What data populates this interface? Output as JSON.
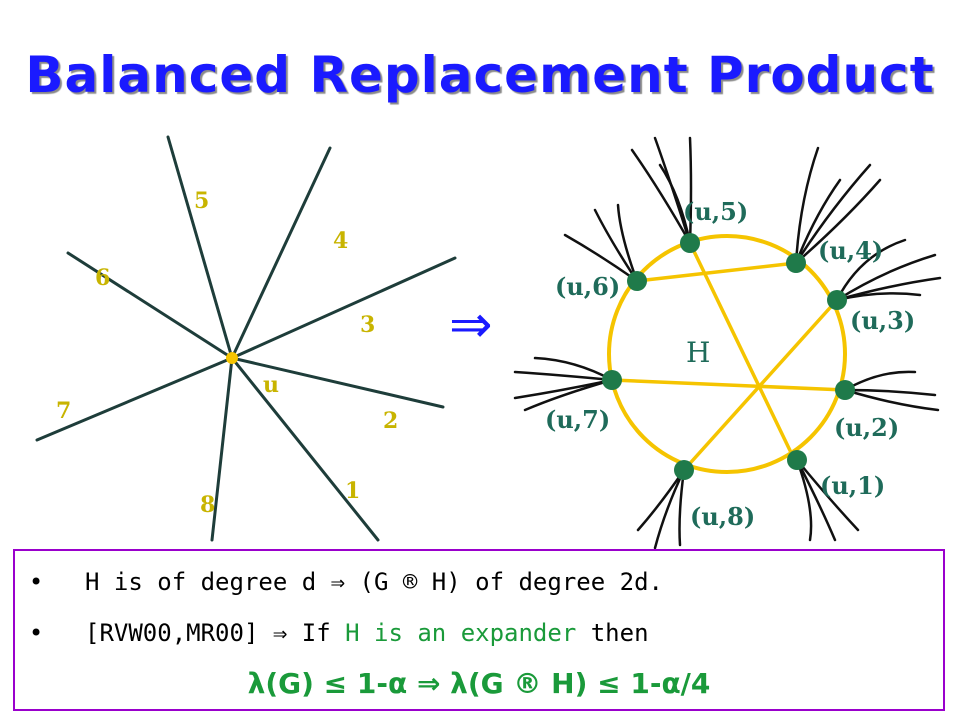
{
  "title": "Balanced Replacement Product",
  "left_graph": {
    "vertex_label": "u",
    "edge_labels": [
      "1",
      "2",
      "3",
      "4",
      "5",
      "6",
      "7",
      "8"
    ]
  },
  "implies_symbol": "⇒",
  "right_graph": {
    "center_label": "H",
    "vertex_labels": [
      "(u,1)",
      "(u,2)",
      "(u,3)",
      "(u,4)",
      "(u,5)",
      "(u,6)",
      "(u,7)",
      "(u,8)"
    ]
  },
  "bullets": {
    "line1": {
      "text": "H is of degree d ⇒ (G ® H) of degree 2d."
    },
    "line2": {
      "prefix": "[RVW00,MR00] ⇒ If ",
      "highlight": "H is an expander",
      "suffix": " then"
    },
    "formula": "λ(G) ≤ 1-α   ⇒   λ(G ® H) ≤ 1-α/4"
  },
  "colors": {
    "title": "#1a1aff",
    "edges": "#1e3d3a",
    "edge_labels": "#c8b400",
    "cycle": "#f5c400",
    "node": "#1f7a4a",
    "vertex_labels": "#1f6b5a",
    "box_border": "#9a00cc",
    "highlight": "#1a9a3a"
  }
}
